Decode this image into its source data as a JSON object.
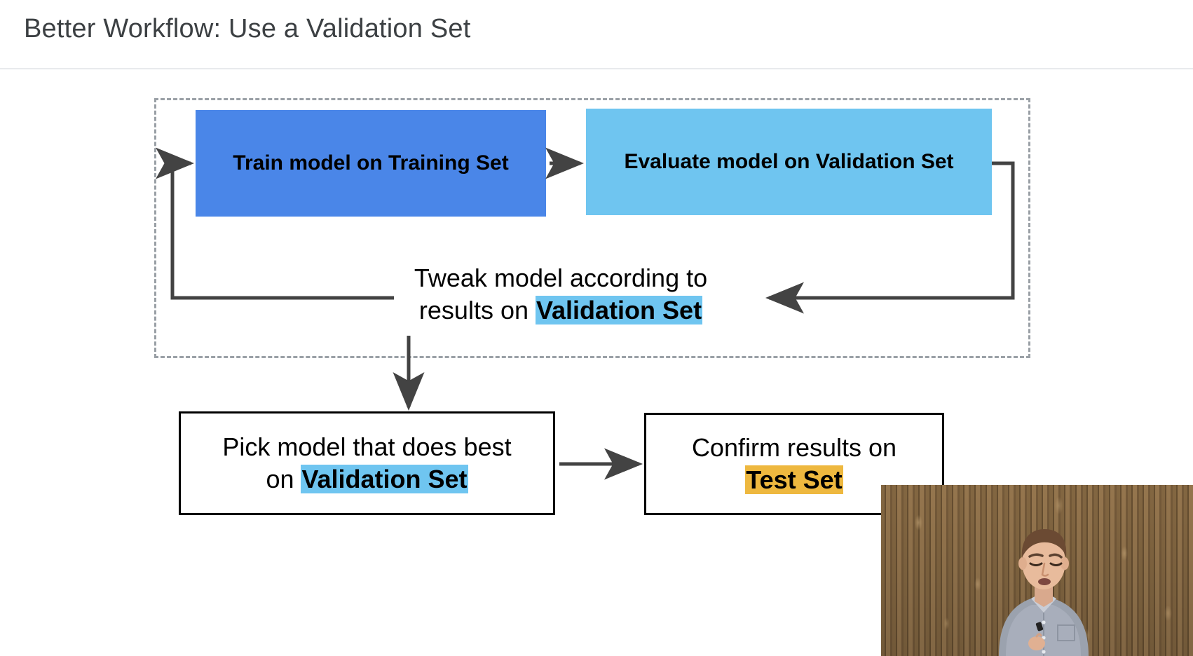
{
  "header": {
    "title": "Better Workflow: Use a Validation Set"
  },
  "diagram": {
    "loop_box": {
      "label": "training-validation-loop",
      "border_style": "dashed",
      "border_color": "#9aa0a6"
    },
    "boxes": [
      {
        "id": "train",
        "text": "Train model on Training Set",
        "fill": "#4a86e8",
        "text_color": "#000000",
        "bold": true
      },
      {
        "id": "evaluate",
        "text": "Evaluate model on Validation Set",
        "fill": "#6fc5f0",
        "text_color": "#000000",
        "bold": true
      }
    ],
    "tweak": {
      "line1": "Tweak model according to",
      "line2_prefix": "results on ",
      "line2_highlight": "Validation Set",
      "highlight_color": "#6fc5f0"
    },
    "outcomes": [
      {
        "id": "pick",
        "line1": "Pick model that does best",
        "line2_prefix": "on ",
        "line2_highlight": "Validation Set",
        "highlight_color": "#6fc5f0",
        "border_color": "#000000"
      },
      {
        "id": "confirm",
        "line1": "Confirm results on",
        "line2_prefix": "",
        "line2_highlight": "Test Set",
        "highlight_color": "#eeb83f",
        "border_color": "#000000"
      }
    ],
    "arrows": [
      {
        "id": "train-to-evaluate",
        "direction": "right"
      },
      {
        "id": "evaluate-feedback-return",
        "direction": "left"
      },
      {
        "id": "loop-back-to-train",
        "direction": "up-right"
      },
      {
        "id": "loop-to-pick",
        "direction": "down"
      },
      {
        "id": "pick-to-confirm",
        "direction": "right"
      }
    ],
    "arrow_color": "#434343"
  },
  "video_overlay": {
    "label": "presenter-video",
    "background": "wooden-slat-wall"
  }
}
